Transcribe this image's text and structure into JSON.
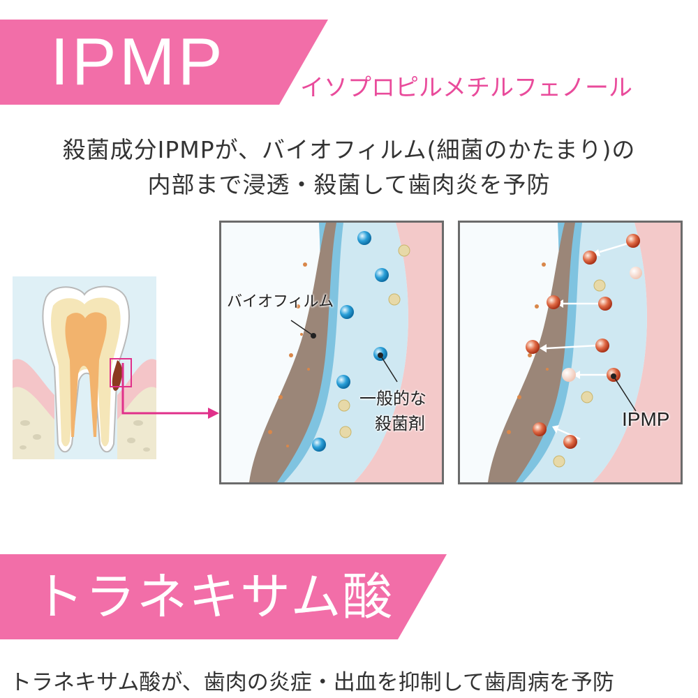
{
  "section1": {
    "title": "IPMP",
    "subtitle": "イソプロピルメチルフェノール",
    "description_line1": "殺菌成分IPMPが、バイオフィルム(細菌のかたまり)の",
    "description_line2": "内部まで浸透・殺菌して歯肉炎を予防"
  },
  "diagram": {
    "left_panel": {
      "label_biofilm": "バイオフィルム",
      "label_agent_line1": "一般的な",
      "label_agent_line2": "殺菌剤"
    },
    "right_panel": {
      "label_ipmp": "IPMP"
    }
  },
  "section2": {
    "title": "トラネキサム酸",
    "description": "トラネキサム酸が、歯肉の炎症・出血を抑制して歯周病を予防"
  },
  "colors": {
    "banner_pink": "#f26ea8",
    "accent_pink": "#e94b9b",
    "connector_magenta": "#e0308a",
    "agent_blue": "#2a9fd8",
    "ipmp_red": "#d9452c"
  }
}
